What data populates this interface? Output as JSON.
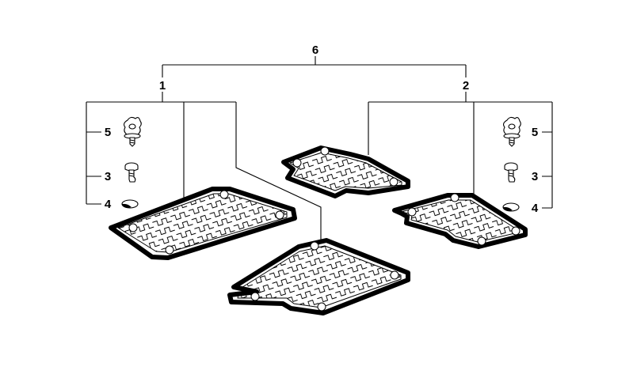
{
  "diagram": {
    "callouts": {
      "set": "6",
      "front_set": "1",
      "rear_set": "2",
      "stud_front": "5",
      "stud_rear": "5",
      "screw_front": "3",
      "screw_rear": "3",
      "cap_front": "4",
      "cap_rear": "4"
    }
  }
}
